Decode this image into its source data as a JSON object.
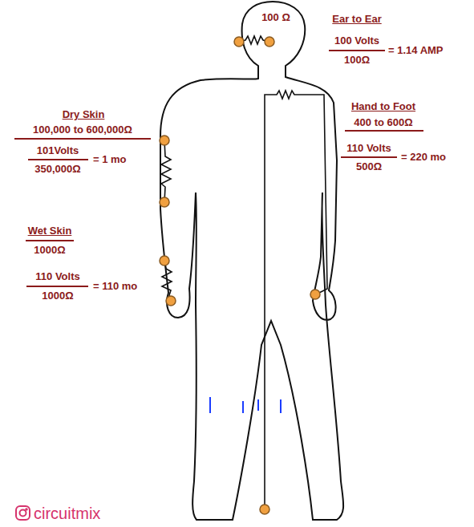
{
  "diagram": {
    "labels": [
      "100 Ω",
      "Ear to Ear",
      "100 Volts",
      "100Ω",
      "= 1.14 AMP",
      "Hand to Foot",
      "400 to 600Ω",
      "110 Volts",
      "500Ω",
      "= 220 mo",
      "Dry Skin",
      "100,000 to 600,000Ω",
      "101Volts",
      "350,000Ω",
      "= 1 mo",
      "Wet Skin",
      "1000Ω",
      "110 Volts",
      "1000Ω",
      "= 110 mo",
      "circuitmix"
    ]
  }
}
